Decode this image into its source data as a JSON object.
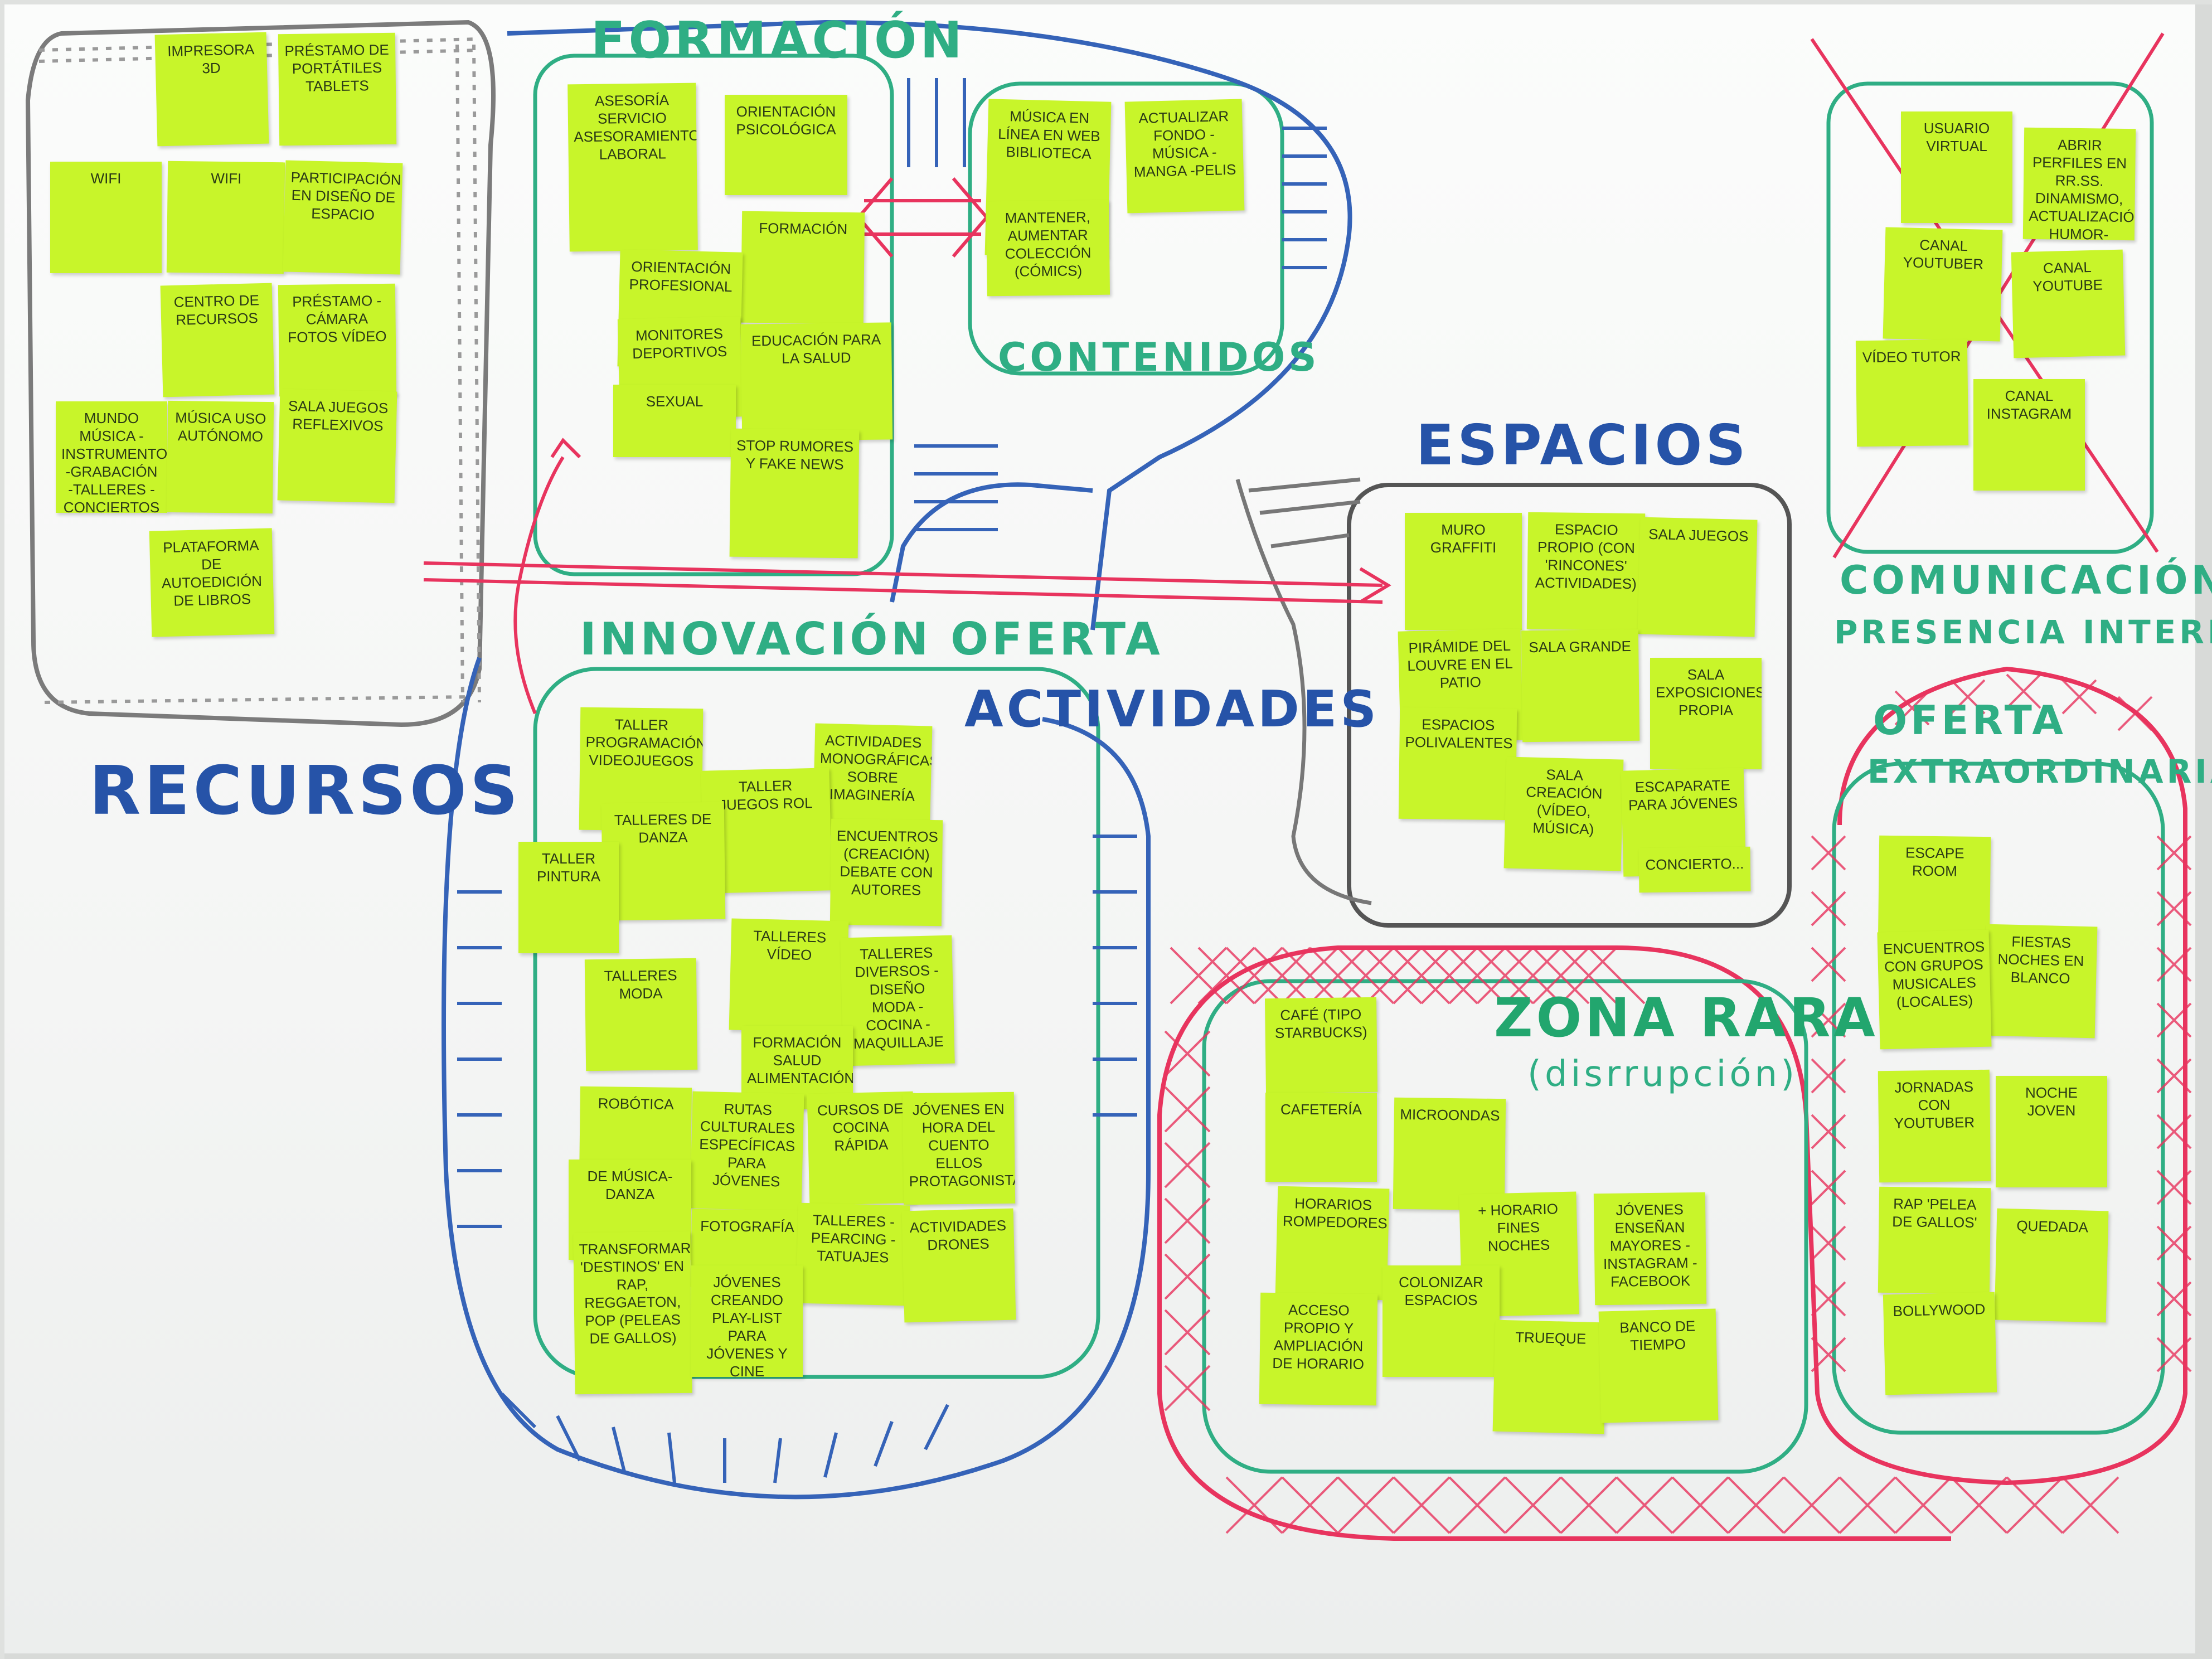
{
  "colors": {
    "board": "#f6f7f6",
    "note": "#c8f52a",
    "blue": "#3563b8",
    "green": "#2fae84",
    "red": "#e8345e",
    "grey": "#6a6a6a"
  },
  "labels": {
    "formacion": "FORMACIÓN",
    "contenidos": "CONTENIDOS",
    "espacios": "ESPACIOS",
    "recursos": "RECURSOS",
    "innovacion": "INNOVACIÓN OFERTA",
    "actividades": "ACTIVIDADES",
    "comunicacion": "COMUNICACIÓN",
    "presencia": "PRESENCIA INTERNET",
    "oferta": "OFERTA",
    "extraordinaria": "EXTRAORDINARIA",
    "zona_rara": "ZONA RARA",
    "disrupcion": "(disrrupción)"
  },
  "notes": [
    "Impresora 3D",
    "Préstamo de portátiles tablets",
    "WIFI",
    "WIFI",
    "Participación en diseño de espacio",
    "Centro de recursos",
    "Préstamo -Cámara Fotos Vídeo",
    "Mundo Música -Instrumentos -Grabación -Talleres -Conciertos",
    "Música uso autónomo",
    "Sala juegos reflexivos",
    "Plataforma de autoedición de libros",
    "Asesoría servicio asesoramiento laboral",
    "Orientación psicológica",
    "Formación",
    "Orientación profesional",
    "Monitores deportivos",
    "Educación para la salud",
    "Sexual",
    "Stop rumores y fake news",
    "Música en línea en web biblioteca",
    "Actualizar fondo -Música -Manga -Pelis",
    "Mantener, aumentar colección (cómics)",
    "Muro graffiti",
    "Espacio propio (con 'rincones' actividades)",
    "Sala juegos",
    "Pirámide del Louvre en el patio",
    "Sala grande",
    "Sala exposiciones propia",
    "Espacios polivalentes",
    "Sala creación (vídeo, música)",
    "Escaparate para jóvenes",
    "Concierto...",
    "Usuario virtual",
    "Abrir perfiles en RR.SS. Dinamismo, actualización, humor-memes",
    "Canal YouTuber",
    "Canal YouTube",
    "Vídeo tutor",
    "Canal Instagram",
    "Taller programación videojuegos",
    "Actividades monográficas sobre imaginería",
    "Taller juegos rol",
    "Talleres de danza",
    "Taller pintura",
    "Encuentros (creación) debate con autores",
    "Talleres vídeo",
    "Talleres diversos -Diseño moda -Cocina -Maquillaje",
    "Talleres moda",
    "Formación salud alimentación",
    "Robótica",
    "Rutas culturales específicas para jóvenes",
    "Cursos de cocina rápida",
    "Jóvenes en hora del cuento ellos protagonistas",
    "De música-danza",
    "Fotografía",
    "Talleres -Pearcing -Tatuajes",
    "Actividades drones",
    "Transformar 'Destinos' en rap, reggaeton, pop (peleas de gallos)",
    "Jóvenes creando play-list para jóvenes y cine",
    "Escape Room",
    "Fiestas noches en blanco",
    "Encuentros con grupos musicales (locales)",
    "Jornadas con YouTuber",
    "Noche joven",
    "Rap 'Pelea de gallos'",
    "Quedada",
    "Bollywood",
    "Café (tipo Starbucks)",
    "Cafetería",
    "Microondas",
    "Horarios rompedores",
    "+ Horario fines noches",
    "Jóvenes enseñan mayores -Instagram -Facebook",
    "Colonizar espacios",
    "Acceso propio y ampliación de horario",
    "Trueque",
    "Banco de tiempo"
  ]
}
